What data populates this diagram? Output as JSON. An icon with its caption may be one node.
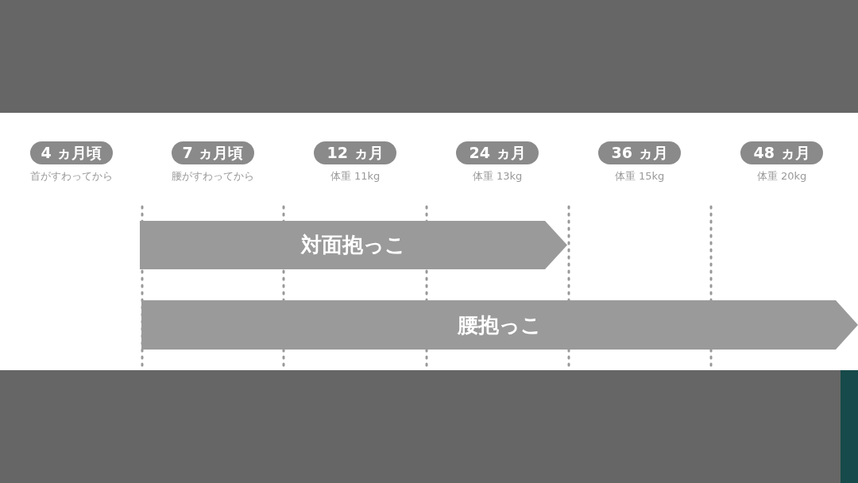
{
  "diagram": {
    "nodes": [
      {
        "text": [
          "4 ヵ月頃"
        ],
        "beside": [
          "首がすわってから"
        ]
      },
      {
        "text": [
          "7 ヵ月頃"
        ],
        "beside": [
          "腰がすわってから"
        ]
      },
      {
        "text": [
          "12 ヵ月"
        ],
        "beside": [
          "体重 11kg"
        ]
      },
      {
        "text": [
          "24 ヵ月"
        ],
        "beside": [
          "体重 13kg"
        ]
      },
      {
        "text": [
          "36 ヵ月"
        ],
        "beside": [
          "体重 15kg"
        ]
      },
      {
        "text": [
          "48 ヵ月"
        ],
        "beside": [
          "体重 20kg"
        ]
      },
      {
        "text": [
          "対面抱っこ"
        ]
      },
      {
        "text": [
          "腰抱っこ"
        ]
      }
    ]
  }
}
